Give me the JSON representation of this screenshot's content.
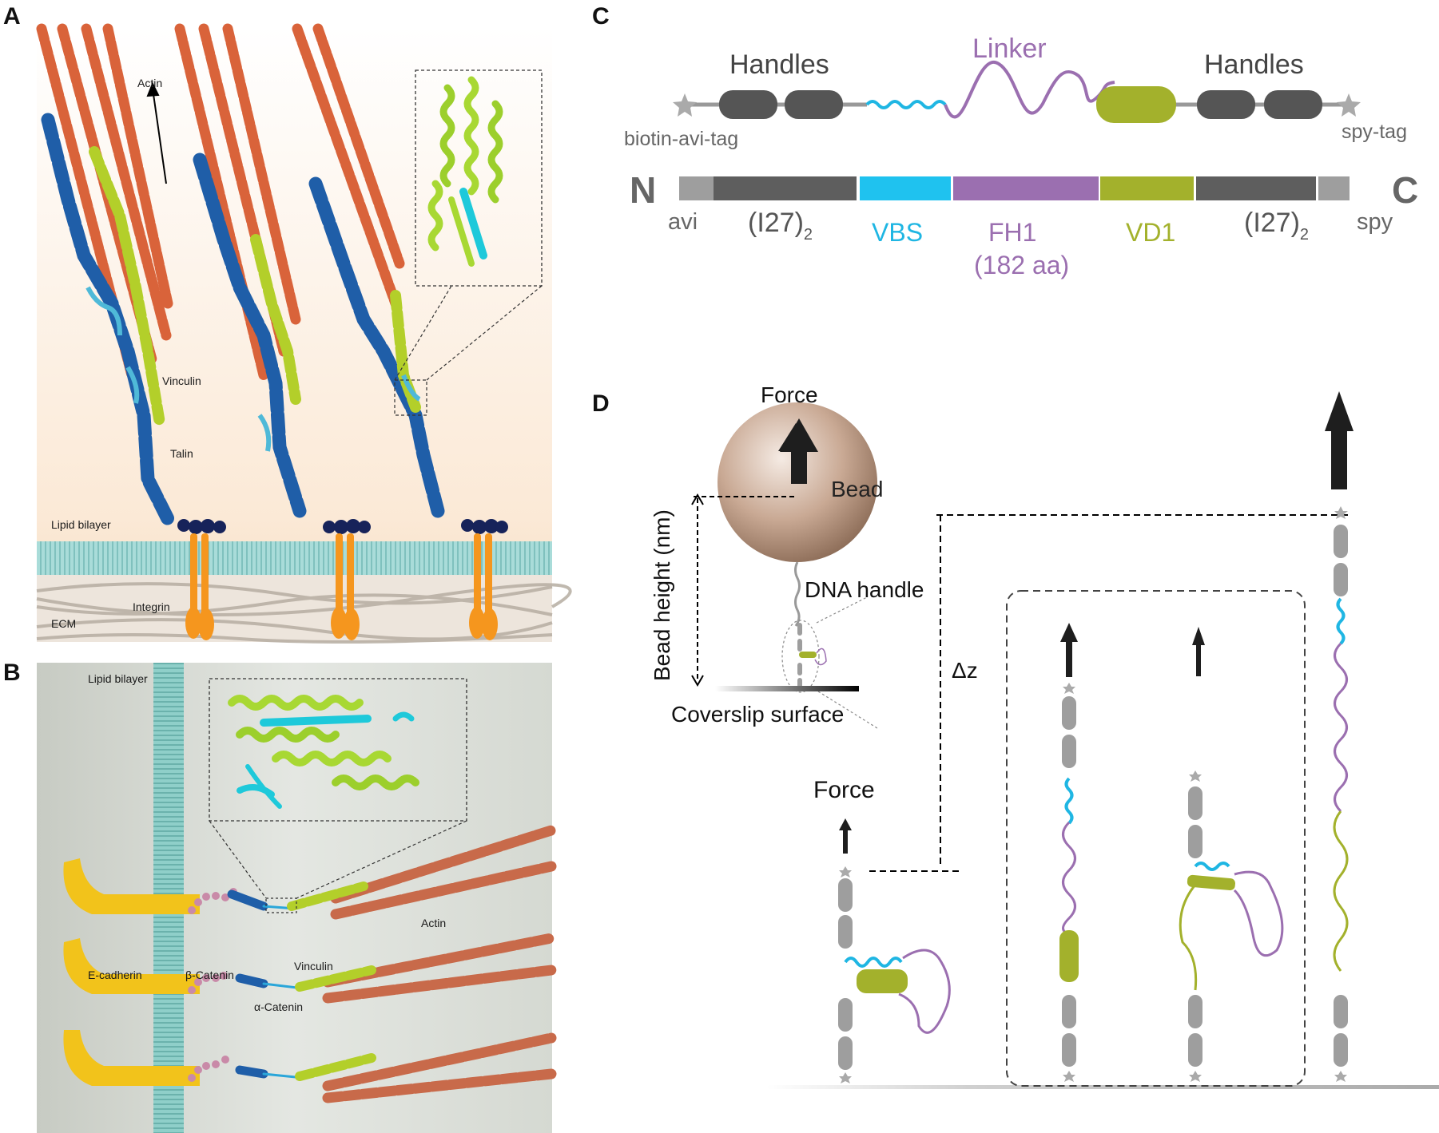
{
  "panels": {
    "a": {
      "letter": "A",
      "labels": {
        "actin": "Actin",
        "vinculin": "Vinculin",
        "talin": "Talin",
        "lipid_bilayer": "Lipid bilayer",
        "integrin": "Integrin",
        "ecm": "ECM"
      }
    },
    "b": {
      "letter": "B",
      "labels": {
        "lipid_bilayer": "Lipid bilayer",
        "actin": "Actin",
        "vinculin": "Vinculin",
        "e_cadherin": "E-cadherin",
        "beta_catenin": "β-Catenin",
        "alpha_catenin": "α-Catenin"
      }
    },
    "c": {
      "letter": "C",
      "top": {
        "handles_left": "Handles",
        "linker": "Linker",
        "handles_right": "Handles",
        "biotin_tag": "biotin-avi-tag",
        "spy_tag": "spy-tag"
      },
      "bar": {
        "n_terminus": "N",
        "c_terminus": "C",
        "avi": "avi",
        "i27_left": "(I27)",
        "i27_left_sub": "2",
        "vbs": "VBS",
        "fh1": "FH1",
        "fh1_length": "(182 aa)",
        "vd1": "VD1",
        "i27_right": "(I27)",
        "i27_right_sub": "2",
        "spy": "spy"
      }
    },
    "d": {
      "letter": "D",
      "labels": {
        "force_top": "Force",
        "bead": "Bead",
        "bead_height": "Bead height (nm)",
        "dna_handle": "DNA handle",
        "coverslip": "Coverslip surface",
        "delta_z": "Δz",
        "force_lower": "Force"
      }
    }
  },
  "colors": {
    "actin": "#d9633a",
    "talin": "#1f5ea8",
    "vinculin": "#b3cf2a",
    "vbs": "#1fb6e3",
    "fh1": "#9b6fb0",
    "vd1": "#a3b12c",
    "handle_dark": "#555555",
    "handle_gray": "#9e9e9e",
    "integrin": "#f5961e",
    "membrane": "#9fd4d2",
    "cadherin": "#f2c31b",
    "beta_catenin": "#c98aa8"
  }
}
